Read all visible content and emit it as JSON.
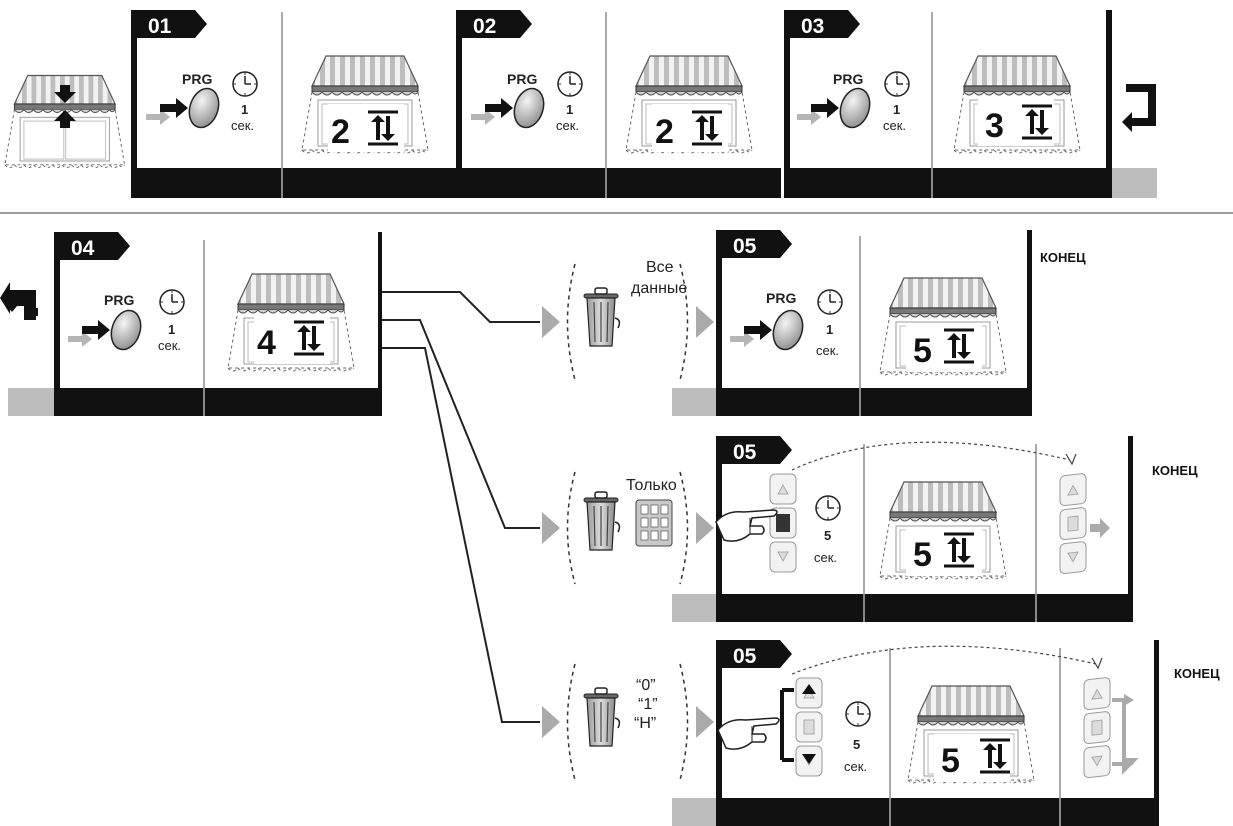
{
  "top_steps": [
    {
      "num": "01",
      "prg": "PRG",
      "time": "1",
      "unit": "сек.",
      "count": "2"
    },
    {
      "num": "02",
      "prg": "PRG",
      "time": "1",
      "unit": "сек.",
      "count": "2"
    },
    {
      "num": "03",
      "prg": "PRG",
      "time": "1",
      "unit": "сек.",
      "count": "3"
    }
  ],
  "step04": {
    "num": "04",
    "prg": "PRG",
    "time": "1",
    "unit": "сек.",
    "count": "4"
  },
  "branches": [
    {
      "label_line1": "Все",
      "label_line2": "данные",
      "num": "05",
      "prg": "PRG",
      "time": "1",
      "unit": "сек.",
      "count": "5",
      "end": "КОНЕЦ"
    },
    {
      "label": "Только",
      "num": "05",
      "time": "5",
      "unit": "сек.",
      "count": "5",
      "end": "КОНЕЦ"
    },
    {
      "codes": [
        "“0”",
        "“1”",
        "“H”"
      ],
      "num": "05",
      "time": "5",
      "unit": "сек.",
      "count": "5",
      "end": "КОНЕЦ"
    }
  ]
}
